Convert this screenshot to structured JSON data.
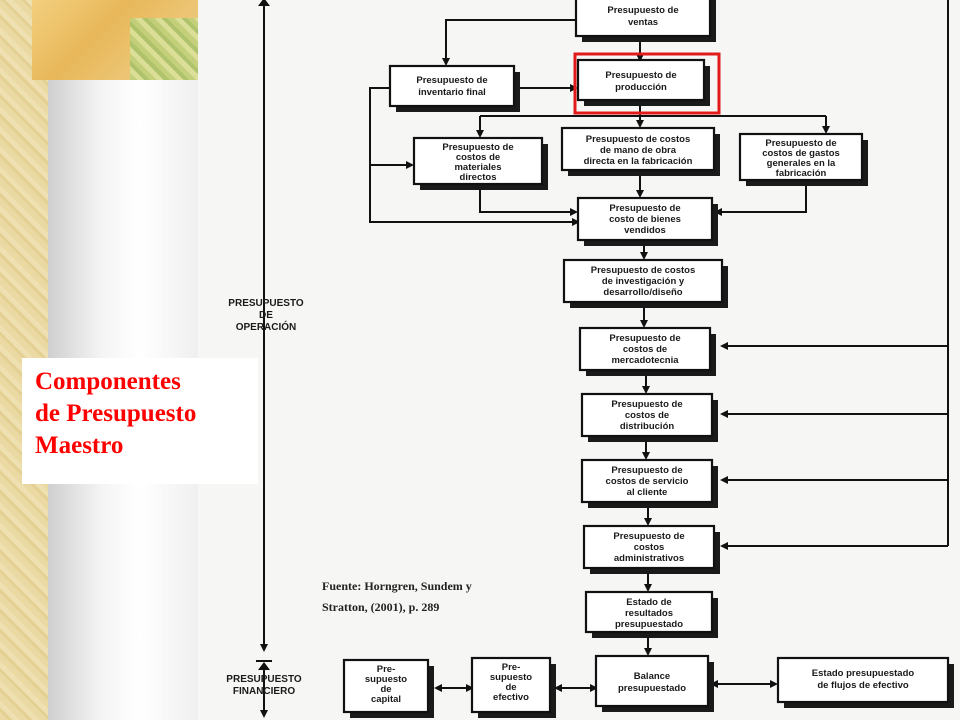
{
  "caption": {
    "line1": "Componentes",
    "line2": "de Presupuesto",
    "line3": "Maestro"
  },
  "source": {
    "line1": "Fuente:  Horngren, Sundem y",
    "line2": "Stratton, (2001), p. 289"
  },
  "axis_labels": {
    "operacion": [
      "PRESUPUESTO",
      "DE",
      "OPERACIÓN"
    ],
    "financiero": [
      "PRESUPUESTO",
      "FINANCIERO"
    ]
  },
  "boxes": {
    "ventas": [
      "Presupuesto de",
      "ventas"
    ],
    "inventario": [
      "Presupuesto de",
      "inventario final"
    ],
    "produccion": [
      "Presupuesto de",
      "producción"
    ],
    "materiales": [
      "Presupuesto de",
      "costos de",
      "materiales",
      "directos"
    ],
    "mano_obra": [
      "Presupuesto de costos",
      "de mano de obra",
      "directa en la fabricación"
    ],
    "gastos_generales": [
      "Presupuesto de",
      "costos de gastos",
      "generales en la",
      "fabricación"
    ],
    "bienes_vendidos": [
      "Presupuesto de",
      "costo de bienes",
      "vendidos"
    ],
    "investigacion": [
      "Presupuesto de costos",
      "de investigación y",
      "desarrollo/diseño"
    ],
    "mercadotecnia": [
      "Presupuesto de",
      "costos de",
      "mercadotecnia"
    ],
    "distribucion": [
      "Presupuesto de",
      "costos de",
      "distribución"
    ],
    "servicio": [
      "Presupuesto de",
      "costos de servicio",
      "al cliente"
    ],
    "administrativos": [
      "Presupuesto de",
      "costos",
      "administrativos"
    ],
    "resultados": [
      "Estado de",
      "resultados",
      "presupuestado"
    ],
    "balance": [
      "Balance",
      "presupuestado"
    ],
    "capital": [
      "Pre-",
      "supuesto",
      "de",
      "capital"
    ],
    "efectivo": [
      "Pre-",
      "supuesto",
      "de",
      "efectivo"
    ],
    "flujos": [
      "Estado presupuestado",
      "de flujos de efectivo"
    ]
  },
  "colors": {
    "caption_text": "#ff0000",
    "highlight_frame": "#e11a1a",
    "diagram_ink": "#111111"
  }
}
